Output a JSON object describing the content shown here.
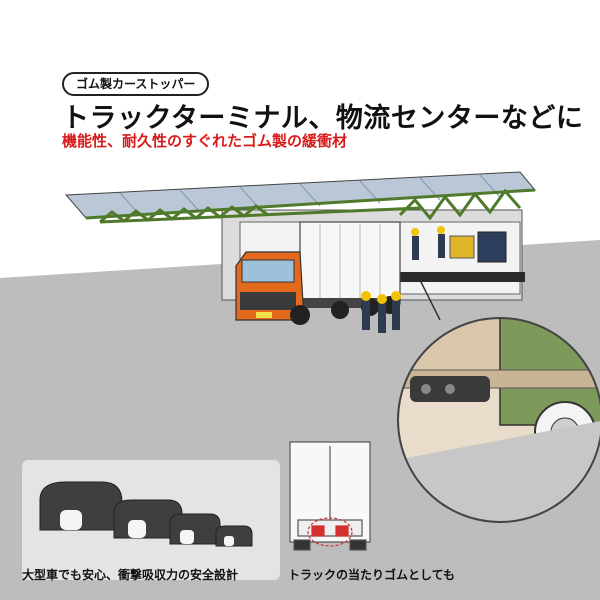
{
  "header": {
    "badge": "ゴム製カーストッパー",
    "title": "トラックターミナル、物流センターなどに",
    "subtitle": "機能性、耐久性のすぐれたゴム製の緩衝材"
  },
  "captions": {
    "products": "大型車でも安心、衝撃吸収力の安全設計",
    "rear_view": "トラックの当たりゴムとしても"
  },
  "colors": {
    "subtitle": "#d81b1b",
    "truck_cab": "#e36a1c",
    "roof_frame": "#4f7a2c",
    "ground": "#bdbdbd"
  }
}
